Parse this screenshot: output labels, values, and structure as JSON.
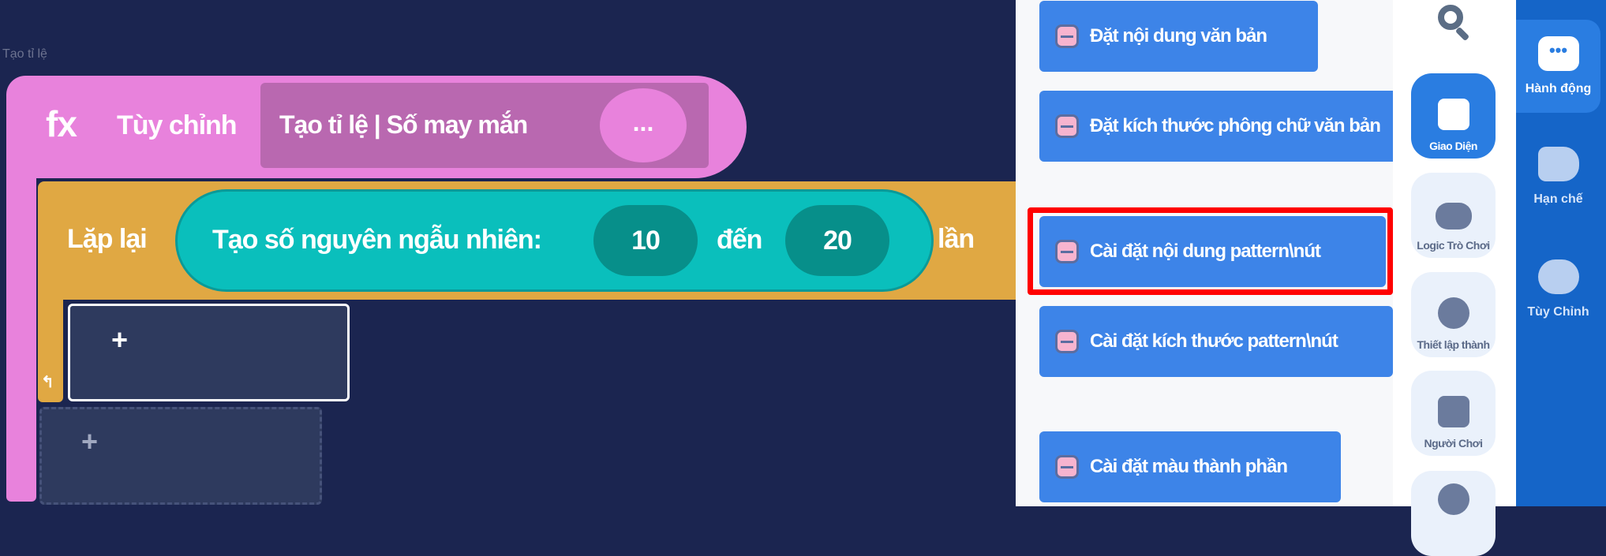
{
  "canvas": {
    "function_label": "Tạo tỉ lệ",
    "function_block": {
      "icon": "fx",
      "keyword": "Tùy chỉnh",
      "name": "Tạo tỉ lệ | Số may mắn",
      "more": "..."
    },
    "repeat_block": {
      "label": "Lặp lại",
      "suffix": "lần",
      "random": {
        "label": "Tạo số nguyên ngẫu nhiên:",
        "from": "10",
        "to_label": "đến",
        "to": "20"
      }
    },
    "slot_plus": "+",
    "empty_slot_plus": "+"
  },
  "palette": {
    "blocks": [
      {
        "label": "Đặt nội dung văn bản"
      },
      {
        "label": "Đặt kích thước phông chữ văn bản"
      },
      {
        "label": "Cài đặt nội dung pattern\\nút",
        "highlighted": true
      },
      {
        "label": "Cài đặt kích thước pattern\\nút"
      },
      {
        "label": "Cài đặt màu thành phần"
      }
    ]
  },
  "categories": [
    {
      "label": "Giao Diện",
      "active": true
    },
    {
      "label": "Logic Trò Chơi"
    },
    {
      "label": "Thiết lập thành"
    },
    {
      "label": "Người Chơi"
    },
    {
      "label": ""
    }
  ],
  "sidebar": [
    {
      "label": "Hành động",
      "active": true
    },
    {
      "label": "Hạn chế"
    },
    {
      "label": "Tùy Chỉnh"
    }
  ],
  "colors": {
    "highlight": "#ff0000",
    "function": "#e882dc",
    "repeat": "#e0a843",
    "random": "#0abfbc",
    "accent": "#2a7de1"
  }
}
